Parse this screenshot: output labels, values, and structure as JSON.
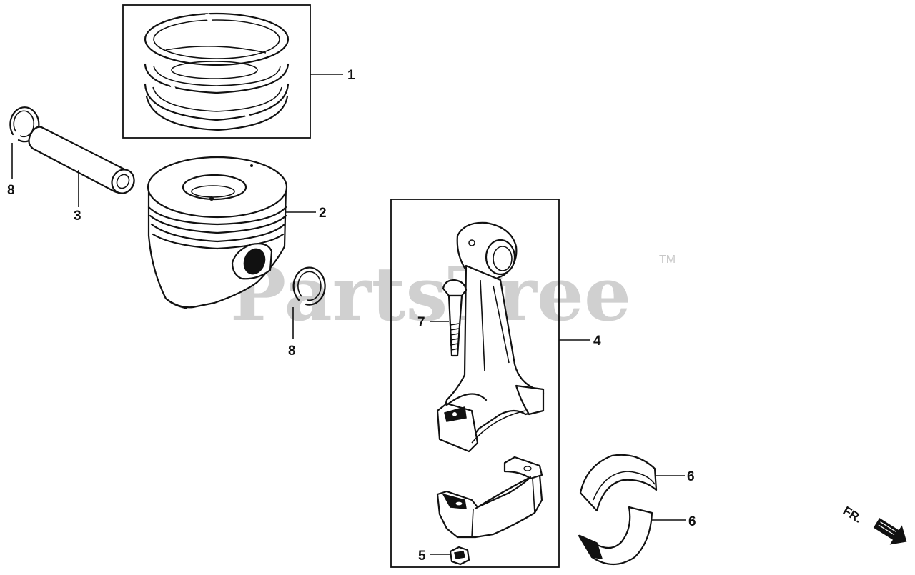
{
  "watermark": {
    "text": "PartsTree",
    "trademark": "TM"
  },
  "direction_indicator": {
    "label": "FR."
  },
  "callouts": [
    {
      "id": "piston-ring-set",
      "label": "1"
    },
    {
      "id": "piston",
      "label": "2"
    },
    {
      "id": "piston-pin",
      "label": "3"
    },
    {
      "id": "connecting-rod-assembly",
      "label": "4"
    },
    {
      "id": "rod-nut",
      "label": "5"
    },
    {
      "id": "bearing-upper",
      "label": "6"
    },
    {
      "id": "bearing-lower",
      "label": "6"
    },
    {
      "id": "rod-bolt",
      "label": "7"
    },
    {
      "id": "clip-left",
      "label": "8"
    },
    {
      "id": "clip-right",
      "label": "8"
    }
  ]
}
